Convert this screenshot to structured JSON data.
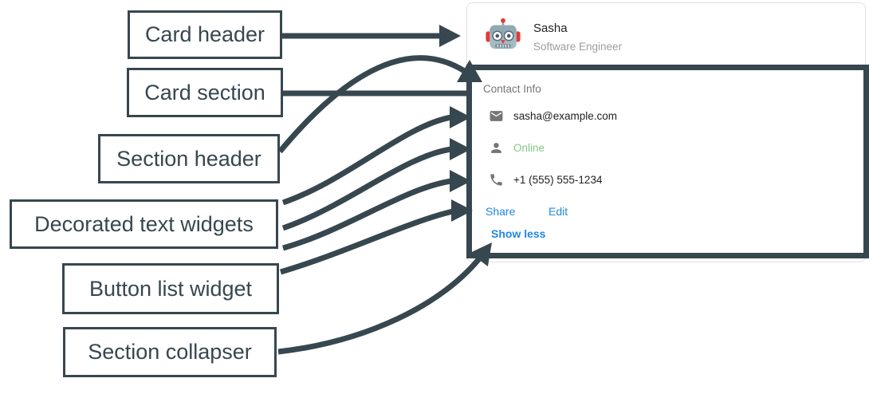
{
  "colors": {
    "annotation": "#37474F",
    "link_blue": "#1E88E5",
    "online_green": "#81C784",
    "text_dark": "#212121",
    "text_gray": "#9E9E9E",
    "muted_gray": "#757575",
    "card_border": "#E0E0E0"
  },
  "annotations": {
    "labels": [
      {
        "id": "card-header",
        "text": "Card header"
      },
      {
        "id": "card-section",
        "text": "Card section"
      },
      {
        "id": "section-header",
        "text": "Section header"
      },
      {
        "id": "decorated-text-widgets",
        "text": "Decorated text widgets"
      },
      {
        "id": "button-list-widget",
        "text": "Button list widget"
      },
      {
        "id": "section-collapser",
        "text": "Section collapser"
      }
    ]
  },
  "card": {
    "header": {
      "avatar_icon": "robot-icon",
      "name": "Sasha",
      "subtitle": "Software Engineer"
    },
    "section": {
      "title": "Contact Info",
      "rows": [
        {
          "icon": "email-icon",
          "text": "sasha@example.com",
          "status": "normal"
        },
        {
          "icon": "person-icon",
          "text": "Online",
          "status": "online"
        },
        {
          "icon": "phone-icon",
          "text": "+1 (555) 555-1234",
          "status": "normal"
        }
      ],
      "buttons": [
        {
          "label": "Share"
        },
        {
          "label": "Edit"
        }
      ],
      "collapser": {
        "label": "Show less"
      }
    }
  }
}
